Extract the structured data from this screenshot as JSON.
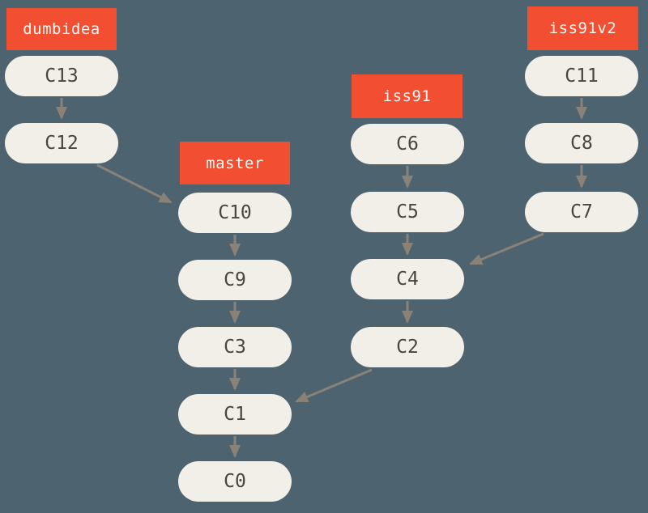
{
  "diagram": {
    "type": "git-commit-graph",
    "colors": {
      "background": "#4d6470",
      "branch_label_bg": "#f14e32",
      "branch_label_text": "#fdf8f3",
      "commit_fill": "#f1efe8",
      "commit_text": "#4a453e",
      "arrow": "#8b8277"
    },
    "branches": [
      {
        "name": "dumbidea"
      },
      {
        "name": "master"
      },
      {
        "name": "iss91"
      },
      {
        "name": "iss91v2"
      }
    ],
    "commits": [
      {
        "id": "C13"
      },
      {
        "id": "C12"
      },
      {
        "id": "C10"
      },
      {
        "id": "C9"
      },
      {
        "id": "C3"
      },
      {
        "id": "C1"
      },
      {
        "id": "C0"
      },
      {
        "id": "C6"
      },
      {
        "id": "C5"
      },
      {
        "id": "C4"
      },
      {
        "id": "C2"
      },
      {
        "id": "C11"
      },
      {
        "id": "C8"
      },
      {
        "id": "C7"
      }
    ],
    "edges": [
      {
        "from": "C13",
        "to": "C12"
      },
      {
        "from": "C12",
        "to": "C10"
      },
      {
        "from": "C10",
        "to": "C9"
      },
      {
        "from": "C9",
        "to": "C3"
      },
      {
        "from": "C3",
        "to": "C1"
      },
      {
        "from": "C1",
        "to": "C0"
      },
      {
        "from": "C6",
        "to": "C5"
      },
      {
        "from": "C5",
        "to": "C4"
      },
      {
        "from": "C4",
        "to": "C2"
      },
      {
        "from": "C2",
        "to": "C1"
      },
      {
        "from": "C11",
        "to": "C8"
      },
      {
        "from": "C8",
        "to": "C7"
      },
      {
        "from": "C7",
        "to": "C4"
      }
    ]
  }
}
